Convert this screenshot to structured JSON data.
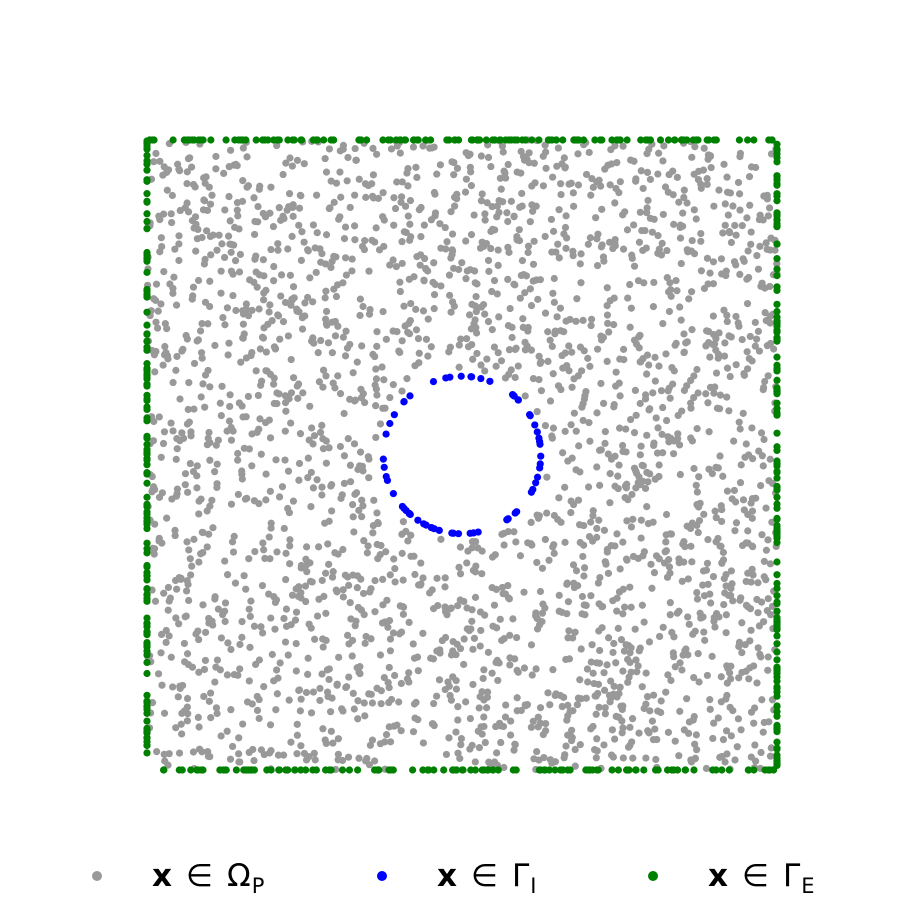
{
  "chart_data": {
    "type": "scatter",
    "title": "",
    "xlabel": "",
    "ylabel": "",
    "xlim": [
      0,
      1
    ],
    "ylim": [
      0,
      1
    ],
    "axes_visible": false,
    "grid": false,
    "legend_placement": "bottom-center",
    "series": [
      {
        "name": "x ∈ ΩP",
        "label_parts": {
          "var": "x",
          "op": "∈",
          "set": "Ω",
          "sub": "P"
        },
        "color": "#999999",
        "generator": {
          "kind": "uniform-square-minus-disk",
          "count": 2600,
          "center": [
            0.5,
            0.5
          ],
          "radius": 0.125,
          "seed": 12345
        },
        "points": []
      },
      {
        "name": "x ∈ ΓI",
        "label_parts": {
          "var": "x",
          "op": "∈",
          "set": "Γ",
          "sub": "I"
        },
        "color": "#0000ff",
        "generator": {
          "kind": "circle",
          "count": 62,
          "center": [
            0.5,
            0.5
          ],
          "radius": 0.125,
          "seed": 777
        },
        "points": []
      },
      {
        "name": "x ∈ ΓE",
        "label_parts": {
          "var": "x",
          "op": "∈",
          "set": "Γ",
          "sub": "E"
        },
        "color": "#008000",
        "generator": {
          "kind": "square-boundary",
          "count": 520,
          "seed": 4242
        },
        "points": []
      }
    ]
  }
}
